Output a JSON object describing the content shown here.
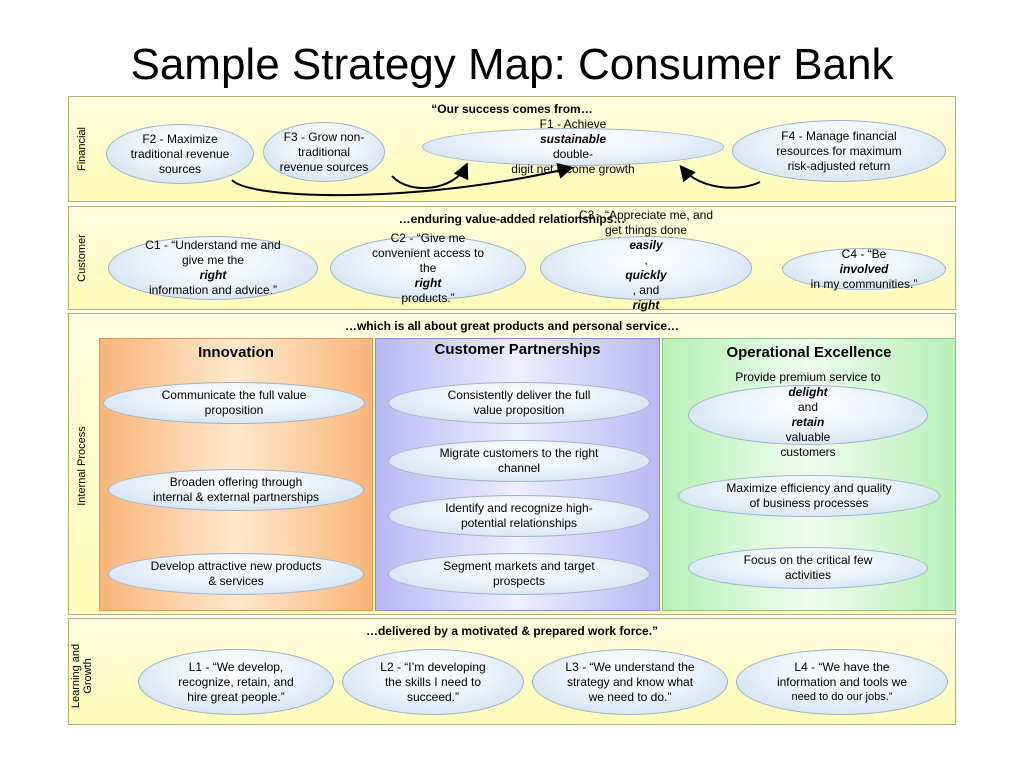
{
  "title": "Sample Strategy Map: Consumer Bank",
  "financial": {
    "side_label": "Financial",
    "header": "“Our success comes from…",
    "f2": [
      "F2 - Maximize",
      "traditional revenue",
      "sources"
    ],
    "f3": [
      "F3 - Grow non-",
      "traditional",
      "revenue sources"
    ],
    "f1": {
      "prefix": "F1 - Achieve ",
      "emph": "sustainable",
      "suffix": " double-",
      "line2": "digit net income growth"
    },
    "f4": [
      "F4 - Manage financial",
      "resources for maximum",
      "risk-adjusted return"
    ]
  },
  "customer": {
    "side_label": "Customer",
    "header": "…enduring value-added relationships…",
    "c1": {
      "line1": "C1 - “Understand me and",
      "line2a": "give me the ",
      "line2b": "right",
      "line3": "information and advice.”"
    },
    "c2": {
      "line1": "C2 - “Give me",
      "line2": "convenient access to",
      "line3a": "the ",
      "line3b": "right",
      "line3c": " products.”"
    },
    "c3": {
      "line1": "C3 - “Appreciate me, and",
      "line2a": "get things done ",
      "line2b": "easily",
      "line2c": ",",
      "line3a": "quickly",
      "line3b": ", and ",
      "line3c": "right",
      "line3d": ".”"
    },
    "c4": {
      "line1a": "C4 - “Be ",
      "line1b": "involved",
      "line2": "in my communities.”"
    }
  },
  "internal": {
    "side_label": "Internal Process",
    "header": "…which is all about great products and personal service…",
    "innovation": {
      "title": "Innovation",
      "items": [
        [
          "Communicate the full value",
          "proposition"
        ],
        [
          "Broaden offering through",
          "internal & external partnerships"
        ],
        [
          "Develop attractive new products",
          "& services"
        ]
      ]
    },
    "partnerships": {
      "title": "Customer Partnerships",
      "items": [
        [
          "Consistently deliver the full",
          "value proposition"
        ],
        [
          "Migrate customers to the right",
          "channel"
        ],
        [
          "Identify and recognize high-",
          "potential relationships"
        ],
        [
          "Segment markets and target",
          "prospects"
        ]
      ]
    },
    "operational": {
      "title": "Operational Excellence",
      "item1": {
        "line1": "Provide premium service to",
        "line2a": "delight",
        "line2b": " and ",
        "line2c": "retain",
        "line2d": " valuable",
        "line3": "customers"
      },
      "item2": [
        "Maximize efficiency and quality",
        "of business processes"
      ],
      "item3": [
        "Focus on the critical few",
        "activities"
      ]
    }
  },
  "learning": {
    "side_label_1": "Learning and",
    "side_label_2": "Growth",
    "header": "…delivered by a motivated & prepared work force.”",
    "l1": [
      "L1 - “We develop,",
      "recognize, retain, and",
      "hire great people.”"
    ],
    "l2": [
      "L2 - “I’m developing",
      "the skills I need to",
      "succeed.”"
    ],
    "l3": [
      "L3 - “We understand the",
      "strategy and know what",
      "we need to do.”"
    ],
    "l4": [
      "L4 - “We have the",
      "information and tools we",
      "need to do our jobs.”"
    ]
  },
  "colors": {
    "panel": "#fffbb8",
    "innovation": "#f9c08c",
    "partnerships": "#c6c6f6",
    "operational": "#c8f5c8",
    "oval_edge": "#9db4c8"
  }
}
